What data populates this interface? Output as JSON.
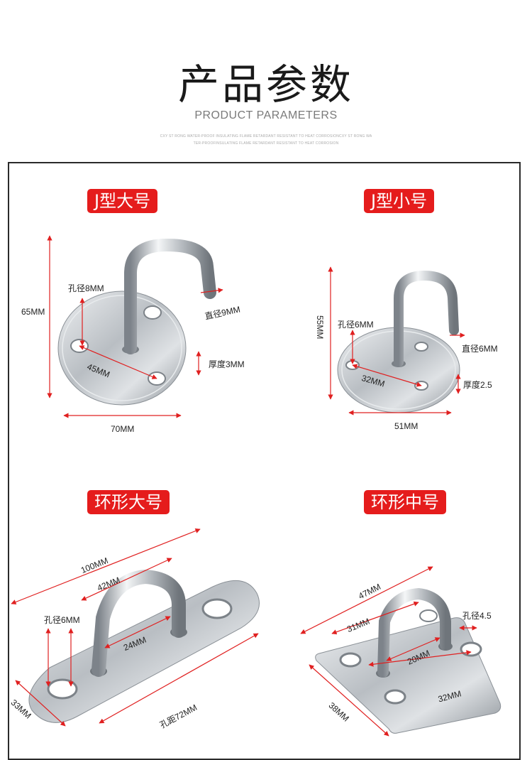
{
  "header": {
    "title_cn": "产品参数",
    "title_en": "PRODUCT PARAMETERS",
    "tiny_line1": "CXY ST RONG WATER-PROOF INSULATING FLAME RETARDANT RESISTANT TO HEAT CORROSIONCXY ST RONG WA",
    "tiny_line2": "TER-PROOFINSULATING FLAME RETARDANT RESISTANT TO HEAT CORROSION"
  },
  "products": {
    "j_large": {
      "badge": "J型大号",
      "height": "65MM",
      "hole": "孔径8MM",
      "diameter": "直径9MM",
      "spacing": "45MM",
      "thickness": "厚度3MM",
      "width": "70MM"
    },
    "j_small": {
      "badge": "J型小号",
      "height": "55MM",
      "hole": "孔径6MM",
      "diameter": "直径6MM",
      "spacing": "32MM",
      "thickness": "厚度2.5",
      "width": "51MM"
    },
    "ring_large": {
      "badge": "环形大号",
      "length": "100MM",
      "inner": "42MM",
      "hole": "孔径6MM",
      "loop_height": "24MM",
      "width": "33MM",
      "hole_spacing": "孔距72MM"
    },
    "ring_medium": {
      "badge": "环形中号",
      "length": "47MM",
      "inner": "31MM",
      "hole": "孔径4.5",
      "loop": "20MM",
      "spacing": "32MM",
      "width": "38MM"
    }
  },
  "colors": {
    "badge_bg": "#e51c1c",
    "dimension_line": "#e02020",
    "steel": "#c4c8cc"
  }
}
